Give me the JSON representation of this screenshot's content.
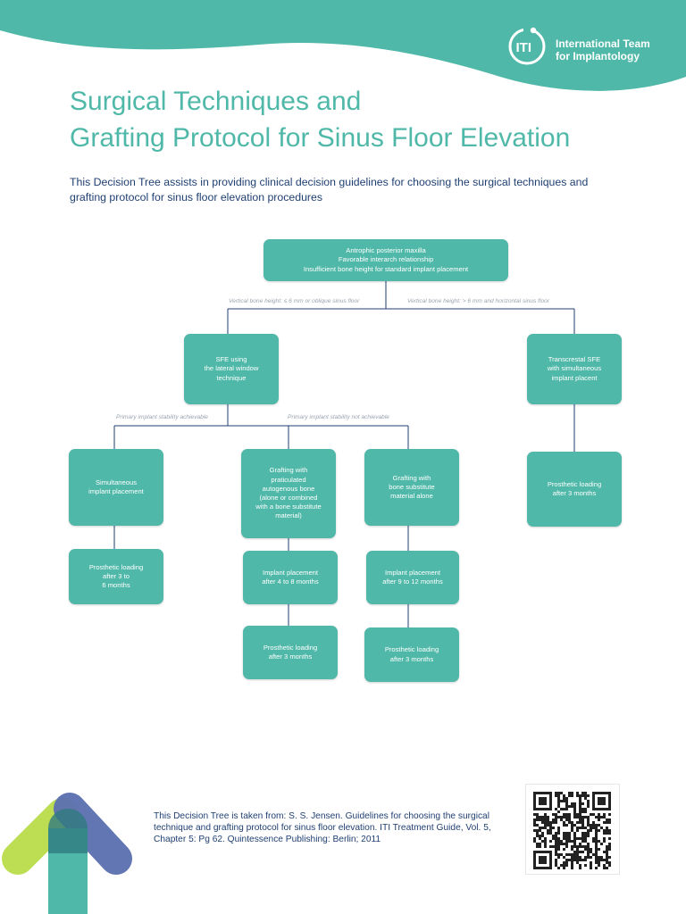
{
  "header": {
    "org_name_line1": "International Team",
    "org_name_line2": "for Implantology",
    "logo_text": "ITI",
    "colors": {
      "teal": "#4fb8a8",
      "navy": "#1f3f72"
    }
  },
  "title": {
    "line1": "Surgical Techniques and",
    "line2": "Grafting Protocol for Sinus Floor Elevation"
  },
  "intro": "This Decision Tree assists in providing clinical decision guidelines for choosing the surgical techniques and grafting protocol for sinus floor elevation procedures",
  "tree": {
    "root": "Antrophic posterior maxilla\nFavorable interarch relationship\nInsufficient bone height for standard implant placement",
    "branch_left_label": "Vertical bone height: ≤ 6 mm or oblique sinus floor",
    "branch_right_label": "Vertical bone height: > 6 mm and horizontal sinus floor",
    "sfe_lateral": "SFE using\nthe lateral window\ntechnique",
    "transcrestal": "Transcrestal SFE\nwith simultaneous\nimplant placent",
    "stability_yes_label": "Primary implant stability achievable",
    "stability_no_label": "Primary implant stability not achievable",
    "simultaneous": "Simultaneous\nimplant placement",
    "grafting_autogenous": "Grafting with\npraticulated\nautogenous bone\n(alone or combined\nwith a bone substitute\nmaterial)",
    "grafting_substitute": "Grafting with\nbone substitute\nmaterial alone",
    "prosthetic_right": "Prosthetic loading\nafter 3 months",
    "prosthetic_3_to_6": "Prosthetic loading\nafter 3 to\n6 months",
    "implant_4_to_8": "Implant placement\nafter 4 to 8 months",
    "implant_9_to_12": "Implant placement\nafter 9 to 12 months",
    "prosthetic_mid": "Prosthetic loading\nafter 3 months",
    "prosthetic_sub": "Prosthetic loading\nafter 3 months"
  },
  "footer": {
    "citation": "This Decision Tree is taken from: S. S. Jensen. Guidelines for choosing the surgical technique and grafting protocol for sinus floor elevation. ITI Treatment Guide, Vol. 5, Chapter 5: Pg 62. Quintessence Publishing: Berlin; 2011"
  }
}
